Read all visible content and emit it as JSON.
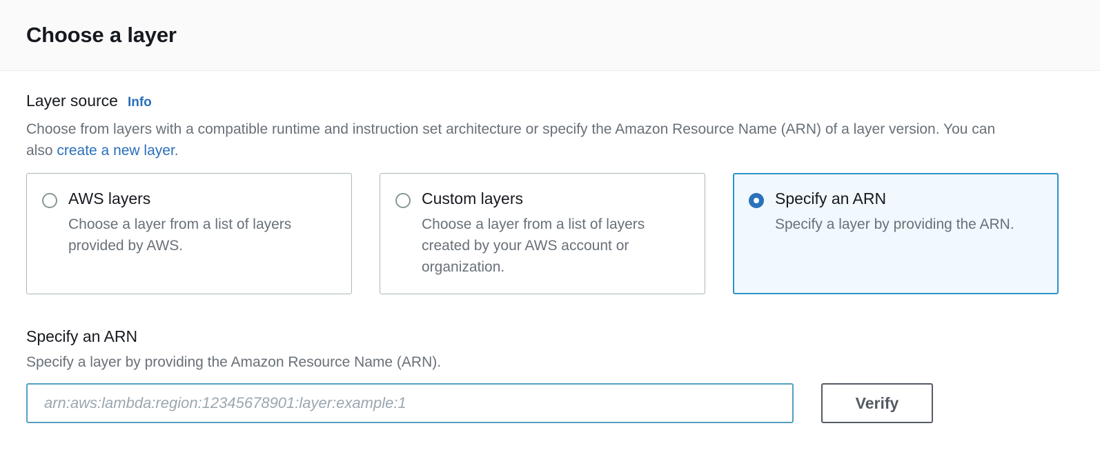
{
  "header": {
    "title": "Choose a layer"
  },
  "layer_source": {
    "label": "Layer source",
    "info_link": "Info",
    "description_part1": "Choose from layers with a compatible runtime and instruction set architecture or specify the Amazon Resource Name (ARN) of a layer version. You can also ",
    "description_link": "create a new layer",
    "description_part2": ".",
    "options": [
      {
        "title": "AWS layers",
        "description": "Choose a layer from a list of layers provided by AWS.",
        "selected": false
      },
      {
        "title": "Custom layers",
        "description": "Choose a layer from a list of layers created by your AWS account or organization.",
        "selected": false
      },
      {
        "title": "Specify an ARN",
        "description": "Specify a layer by providing the ARN.",
        "selected": true
      }
    ]
  },
  "arn_section": {
    "heading": "Specify an ARN",
    "subtext": "Specify a layer by providing the Amazon Resource Name (ARN).",
    "input_value": "",
    "input_placeholder": "arn:aws:lambda:region:12345678901:layer:example:1",
    "verify_label": "Verify"
  },
  "colors": {
    "accent_link": "#2a6ebb",
    "selected_border": "#2a94c8",
    "selected_fill": "#f1f8fe",
    "radio_selected": "#2b72ba",
    "input_focus_border": "#539fc0",
    "button_border": "#545b64",
    "text_primary": "#16191f",
    "text_secondary": "#687078"
  }
}
